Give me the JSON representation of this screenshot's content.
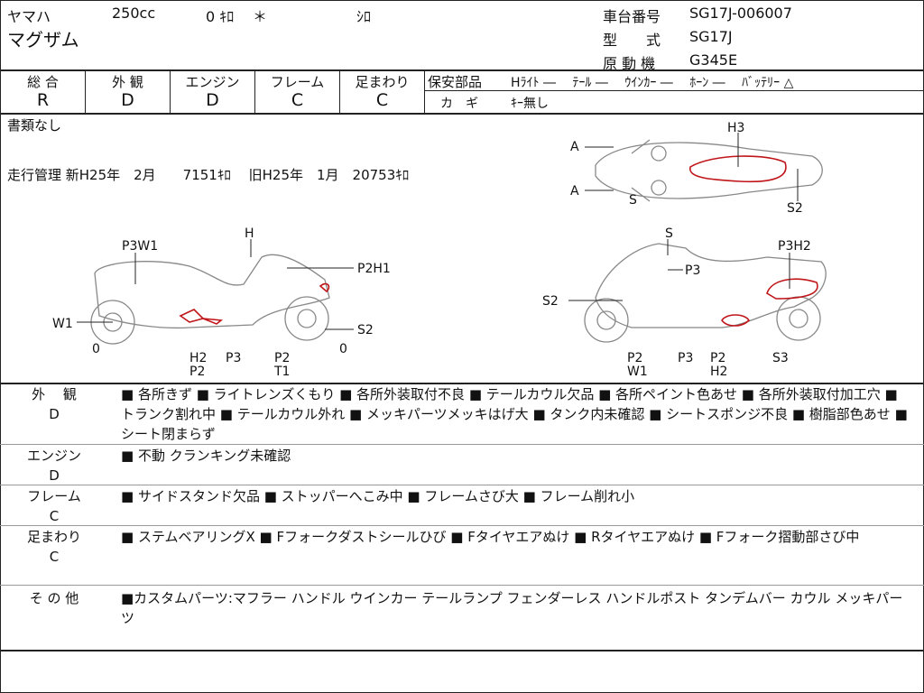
{
  "header": {
    "maker": "ヤマハ",
    "displacement": "250cc",
    "mileage": "0 ｷﾛ",
    "mark": "＊",
    "color": "ｼﾛ",
    "model": "マグザム",
    "frame_no_label": "車台番号",
    "frame_no": "SG17J-006007",
    "type_label": "型　　式",
    "type": "SG17J",
    "engine_label": "原 動 機",
    "engine": "G345E"
  },
  "grades": [
    {
      "label": "総 合",
      "value": "R"
    },
    {
      "label": "外 観",
      "value": "D"
    },
    {
      "label": "エンジン",
      "value": "D"
    },
    {
      "label": "フレーム",
      "value": "C"
    },
    {
      "label": "足まわり",
      "value": "C"
    }
  ],
  "safety": {
    "label": "保安部品",
    "items": "Hﾗｲﾄ ―　 ﾃｰﾙ ―　 ｳｲﾝｶｰ ―　 ﾎｰﾝ ―　 ﾊﾞｯﾃﾘｰ △",
    "key_label": "カ　ギ",
    "key_value": "ｷｰ無し"
  },
  "notes": {
    "documents": "書類なし",
    "mileage_record": "走行管理 新H25年　2月　　7151ｷﾛ　 旧H25年　1月　20753ｷﾛ"
  },
  "diagram": {
    "top": [
      "A",
      "A",
      "S",
      "H3",
      "S2"
    ],
    "left": [
      "H",
      "P3W1",
      "P2H1",
      "W1",
      "S2",
      "0",
      "0",
      "H2",
      "P2",
      "P3",
      "P2",
      "T1"
    ],
    "right": [
      "S",
      "P3H2",
      "P3",
      "S2",
      "P2",
      "W1",
      "P3",
      "P2",
      "H2",
      "S3"
    ]
  },
  "conditions": [
    {
      "label": "外　 観",
      "grade": "D",
      "text": "■ 各所きず ■ ライトレンズくもり ■ 各所外装取付不良 ■ テールカウル欠品 ■ 各所ペイント色あせ ■ 各所外装取付加工穴 ■ トランク割れ中 ■ テールカウル外れ ■ メッキパーツメッキはげ大 ■ タンク内未確認 ■ シートスポンジ不良 ■ 樹脂部色あせ ■ シート閉まらず"
    },
    {
      "label": "エンジン",
      "grade": "D",
      "text": "■ 不動 クランキング未確認"
    },
    {
      "label": "フレーム",
      "grade": "C",
      "text": "■ サイドスタンド欠品 ■ ストッパーへこみ中 ■ フレームさび大 ■ フレーム削れ小"
    },
    {
      "label": "足まわり",
      "grade": "C",
      "text": "■ ステムベアリングX ■ Fフォークダストシールひび ■ Fタイヤエアぬけ ■ Rタイヤエアぬけ ■ Fフォーク摺動部さび中"
    },
    {
      "label": "そ の 他",
      "grade": "",
      "text": "■カスタムパーツ:マフラー ハンドル ウインカー テールランプ フェンダーレス ハンドルポスト タンデムバー カウル メッキパーツ"
    }
  ],
  "colors": {
    "damage": "#c0161a",
    "outline": "#888888"
  }
}
